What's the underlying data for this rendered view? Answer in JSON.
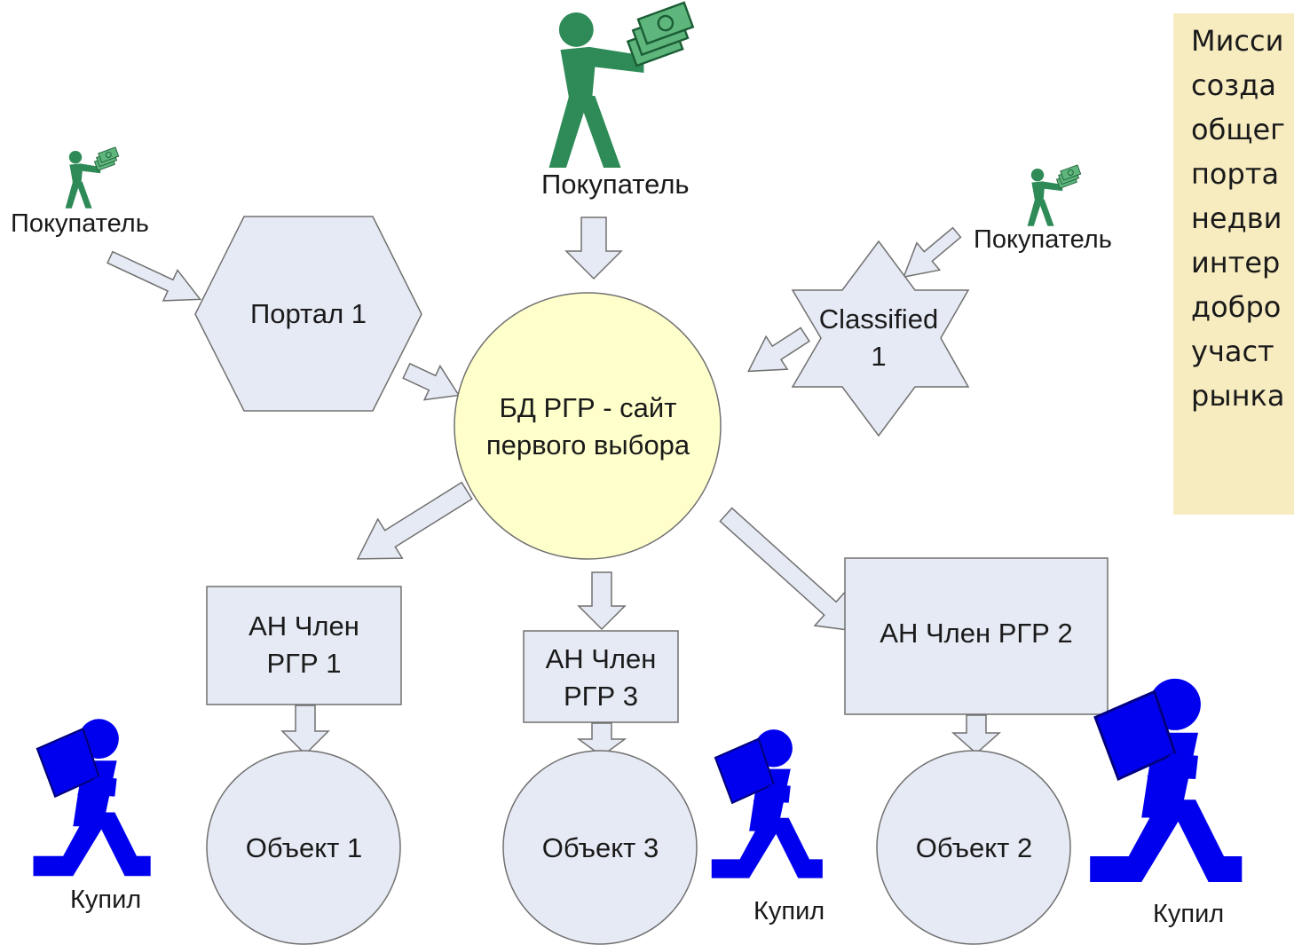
{
  "nodes": {
    "central": "БД РГР - сайт\nпервого выбора",
    "portal": "Портал 1",
    "classified": "Classified\n1",
    "agency1": "АН Член\nРГР 1",
    "agency3": "АН Член\nРГР 3",
    "agency2": "АН Член РГР 2",
    "object1": "Объект 1",
    "object3": "Объект 3",
    "object2": "Объект 2"
  },
  "buyers": {
    "top": "Покупатель",
    "left": "Покупатель",
    "right": "Покупатель"
  },
  "purchasers": {
    "left": "Купил",
    "middle": "Купил",
    "right": "Купил"
  },
  "mission": "Мисси\nсозда\nобщег\nпорта\nнедви\nинтер\nдобро\nучаст\nрынка",
  "colors": {
    "buyer_figure": "#2e8b57",
    "purchaser_figure": "#0000ee",
    "central_fill": "#ffffcc",
    "shape_fill": "#e6eaf4",
    "arrow_fill": "#e6eaf4",
    "mission_bg": "#f7ecc0"
  }
}
